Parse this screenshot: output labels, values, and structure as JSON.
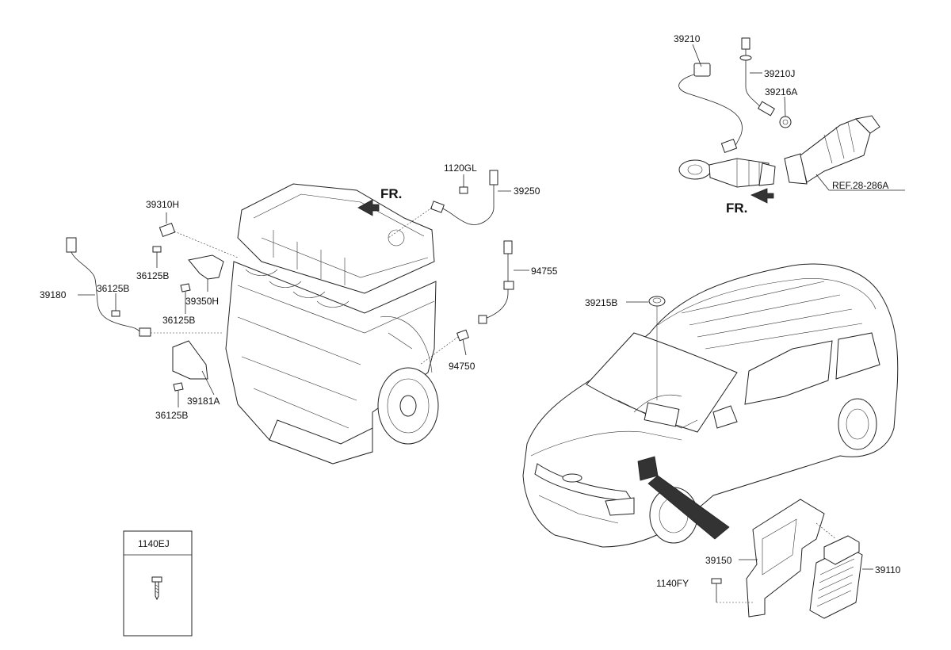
{
  "labels": {
    "p39210": "39210",
    "p39210J": "39210J",
    "p39216A": "39216A",
    "ref": "REF.28-286A",
    "fr_top": "FR.",
    "fr_engine": "FR.",
    "p1120GL": "1120GL",
    "p39250": "39250",
    "p39310H": "39310H",
    "p36125B_a": "36125B",
    "p36125B_b": "36125B",
    "p36125B_c": "36125B",
    "p36125B_d": "36125B",
    "p39180": "39180",
    "p39350H": "39350H",
    "p94755": "94755",
    "p94750": "94750",
    "p39181A": "39181A",
    "p39215B": "39215B",
    "p39150": "39150",
    "p39110": "39110",
    "p1140FY": "1140FY",
    "legend_code": "1140EJ"
  },
  "colors": {
    "line": "#222222",
    "background": "#ffffff"
  }
}
